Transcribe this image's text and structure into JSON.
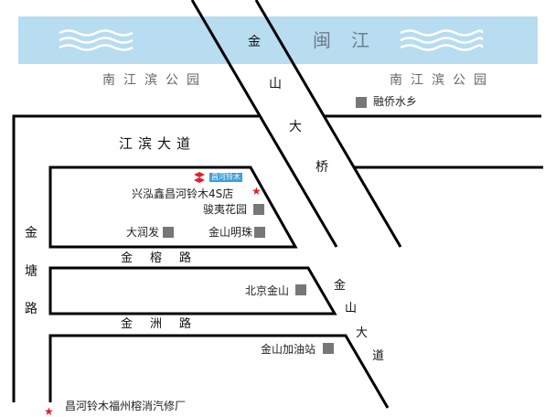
{
  "river": {
    "name": "闽江",
    "color": "#b8dcf0"
  },
  "parks": {
    "left": "南江滨公园",
    "right": "南江滨公园"
  },
  "roads": {
    "bridge": [
      "金",
      "山",
      "大",
      "桥"
    ],
    "jiangbin": "江滨大道",
    "jintang": [
      "金",
      "塘",
      "路"
    ],
    "jinrong": [
      "金",
      "榕",
      "路"
    ],
    "jinzhou": [
      "金",
      "洲",
      "路"
    ],
    "jinshan_avenue": [
      "金",
      "山",
      "大",
      "道"
    ]
  },
  "pois": {
    "rongqiao": "融侨水乡",
    "dealer": "兴泓鑫昌河铃木4S店",
    "junyi": "骏夷花园",
    "darunfa": "大润发",
    "mingzhu": "金山明珠",
    "beijing": "北京金山",
    "gas": "金山加油站",
    "factory": "昌河铃木福州榕消汽修厂"
  },
  "logo": {
    "brand": "昌河铃木"
  },
  "colors": {
    "star": "#e0202a",
    "marker": "#777777",
    "logo": "#e0202a"
  }
}
